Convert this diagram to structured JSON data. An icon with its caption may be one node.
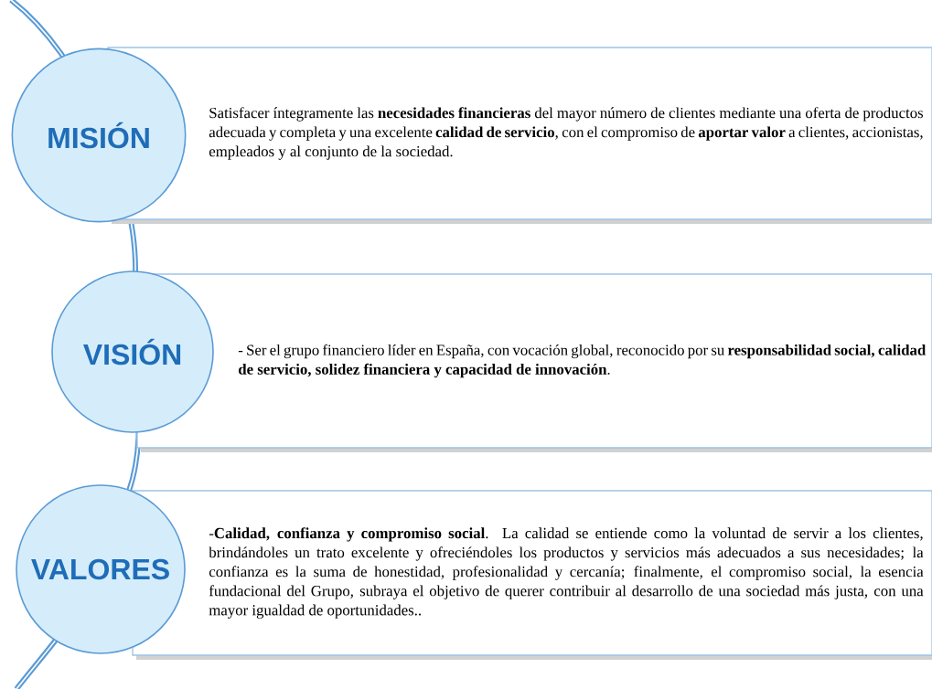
{
  "diagram": {
    "nodes": [
      {
        "text": [
          "MISIÓN"
        ]
      },
      {
        "text": [
          "Satisfacer íntegramente las **necesidades financieras** del mayor número de clientes mediante una oferta de productos adecuada y completa y una excelente **calidad de servicio**, con el compromiso de **aportar valor** a clientes, accionistas, empleados y al conjunto de la sociedad."
        ]
      },
      {
        "text": [
          "VISIÓN"
        ]
      },
      {
        "text": [
          "- Ser el grupo financiero líder en España, con vocación global, reconocido por su **responsabilidad social, calidad de servicio, solidez financiera y capacidad de innovación**."
        ]
      },
      {
        "text": [
          "VALORES"
        ]
      },
      {
        "text": [
          "-**Calidad, confianza y compromiso social**. La calidad se entiende como la voluntad de servir a los clientes, brindándoles un trato excelente y ofreciéndoles los productos y servicios más adecuados a sus necesidades; la confianza es la suma de honestidad, profesionalidad y cercanía; finalmente, el compromiso social, la esencia fundacional del Grupo, subraya el objetivo de querer contribuir al desarrollo de una sociedad más justa, con una mayor igualdad de oportunidades.."
        ]
      }
    ]
  }
}
